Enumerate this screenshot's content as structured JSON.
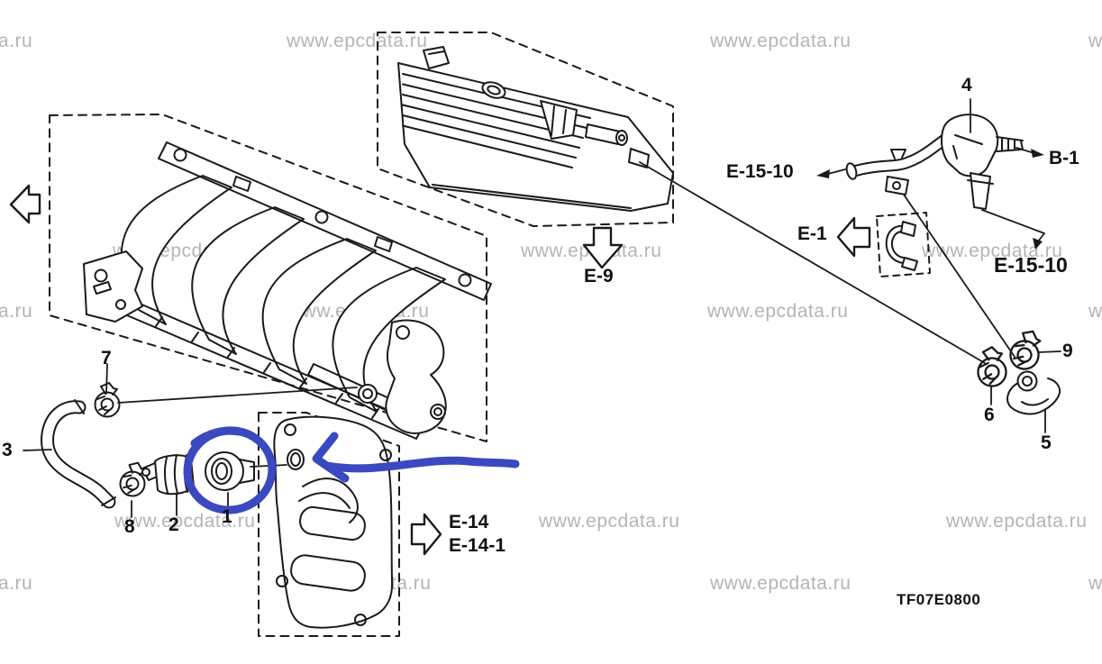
{
  "page": {
    "background": "#ffffff",
    "line_color": "#1a1a1a",
    "watermark_color": "#b4b4b4",
    "annotation_color": "#3a49c0"
  },
  "watermarks": {
    "full": "www.epcdata.ru",
    "left_fragment": "a.ru",
    "right_fragment": "w"
  },
  "part_callouts": {
    "p1": "1",
    "p2": "2",
    "p3": "3",
    "p4": "4",
    "p4_edge": "4",
    "p5": "5",
    "p6": "6",
    "p7": "7",
    "p8": "8",
    "p9": "9"
  },
  "ref_labels": {
    "e9": "E-9",
    "e14": "E-14",
    "e14_1": "E-14-1",
    "e15_10_top": "E-15-10",
    "e15_10_bottom": "E-15-10",
    "b1": "B-1",
    "e1": "E-1"
  },
  "drawing_code": "TF07E0800",
  "annotation": {
    "type": "hand-drawn",
    "color": "#3a49c0",
    "shapes": [
      "circle-around-part-1",
      "arrow-pointing-left-to-plate-hole"
    ]
  }
}
